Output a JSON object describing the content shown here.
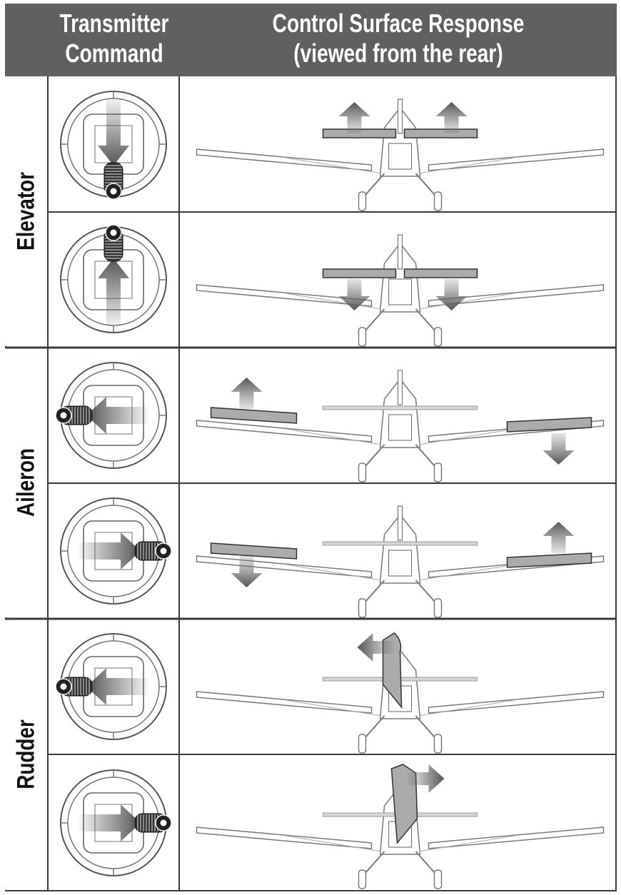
{
  "header": {
    "left_line1": "Transmitter",
    "left_line2": "Command",
    "right_line1": "Control Surface Response",
    "right_line2": "(viewed from the rear)"
  },
  "groups": [
    {
      "label": "Elevator",
      "rows": [
        {
          "stick": "down",
          "surface": "elevator",
          "arrows": "up"
        },
        {
          "stick": "up",
          "surface": "elevator",
          "arrows": "down"
        }
      ]
    },
    {
      "label": "Aileron",
      "rows": [
        {
          "stick": "left",
          "surface": "aileron",
          "left_arrow": "up",
          "right_arrow": "down"
        },
        {
          "stick": "right",
          "surface": "aileron",
          "left_arrow": "down",
          "right_arrow": "up"
        }
      ]
    },
    {
      "label": "Rudder",
      "rows": [
        {
          "stick": "left",
          "surface": "rudder",
          "arrow": "left"
        },
        {
          "stick": "right",
          "surface": "rudder",
          "arrow": "right"
        }
      ]
    }
  ],
  "colors": {
    "header_bg": "#5f6062",
    "surface_fill": "#a9abad",
    "arrow_dark": "#555555",
    "line": "#3a3a3a"
  }
}
